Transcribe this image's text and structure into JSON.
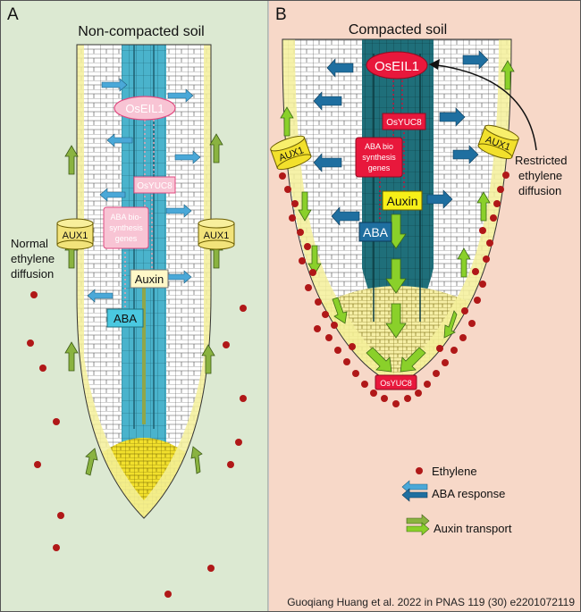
{
  "panels": {
    "a": {
      "letter": "A",
      "title": "Non-compacted soil",
      "side_note": [
        "Normal",
        "ethylene",
        "diffusion"
      ],
      "labels": {
        "aux1_left": "AUX1",
        "aux1_right": "AUX1",
        "oseil1": "OsEIL1",
        "osyuc8": "OsYUC8",
        "aba_genes": [
          "ABA bio-",
          "synthesis",
          "genes"
        ],
        "auxin": "Auxin",
        "aba": "ABA"
      }
    },
    "b": {
      "letter": "B",
      "title": "Compacted soil",
      "side_note": [
        "Restricted",
        "ethylene",
        "diffusion"
      ],
      "labels": {
        "aux1_left": "AUX1",
        "aux1_right": "AUX1",
        "oseil1": "OsEIL1",
        "osyuc8": "OsYUC8",
        "aba_genes": [
          "ABA bio",
          "synthesis",
          "genes"
        ],
        "auxin": "Auxin",
        "aba": "ABA",
        "osyuc8_tip": "OsYUC8"
      }
    }
  },
  "legend": {
    "ethylene": "Ethylene",
    "aba_response": "ABA response",
    "auxin_transport": "Auxin transport"
  },
  "citation": "Guoqiang Huang et al. 2022 in PNAS 119 (30) e2201072119",
  "colors": {
    "panel_a_bg": "#dce9d2",
    "panel_b_bg": "#f7d8c8",
    "stele_a": "#4ab3cc",
    "stele_b": "#1f6f7a",
    "root_cap": "#f2e02c",
    "epidermis": "#f5f09a",
    "ethylene": "#b01818",
    "aba_arrow": "#1f6fa0",
    "auxin_arrow": "#8ad02a",
    "oseil1": "#e8183c",
    "auxin_box": "#f7ef18",
    "aba_box": "#1f6fa0"
  }
}
